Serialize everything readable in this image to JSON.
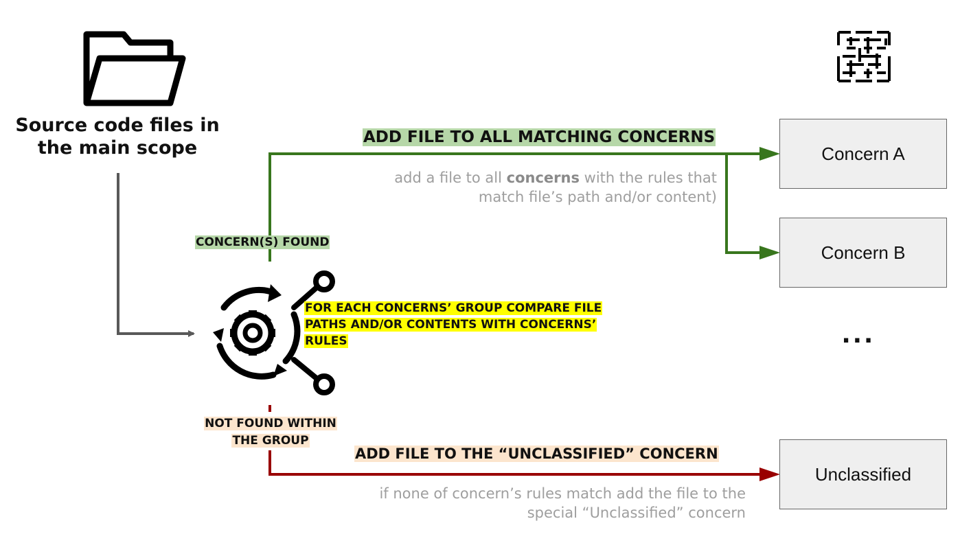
{
  "source": {
    "label_line1": "Source code files in",
    "label_line2": "the main scope"
  },
  "found": {
    "label": "CONCERN(S)  FOUND",
    "action": "ADD FILE TO ALL MATCHING CONCERNS",
    "desc_prefix": "add a file to all ",
    "desc_bold": "concerns",
    "desc_suffix": " with the rules that",
    "desc_line2": "match file’s path and/or content)"
  },
  "process": {
    "line1": "FOR EACH CONCERNS’ GROUP COMPARE  FILE",
    "line2": "PATHS  AND/OR CONTENTS WITH CONCERNS’",
    "line3": "RULES"
  },
  "not_found": {
    "line1": "NOT FOUND WITHIN",
    "line2": "THE GROUP",
    "action": "ADD FILE TO THE “UNCLASSIFIED” CONCERN",
    "desc_line1": "if none of concern’s rules match add the file to the",
    "desc_line2": "special “Unclassified” concern"
  },
  "concerns": {
    "a": "Concern A",
    "b": "Concern B",
    "more": "...",
    "unclassified": "Unclassified"
  },
  "colors": {
    "green": "#38761d",
    "red": "#990000",
    "gray": "#595959",
    "green_hl": "#b6d7a8",
    "yellow_hl": "#ffff00",
    "peach_hl": "#fce5cd"
  },
  "icons": [
    "folder-icon",
    "gear-process-icon",
    "maze-logo-icon"
  ]
}
